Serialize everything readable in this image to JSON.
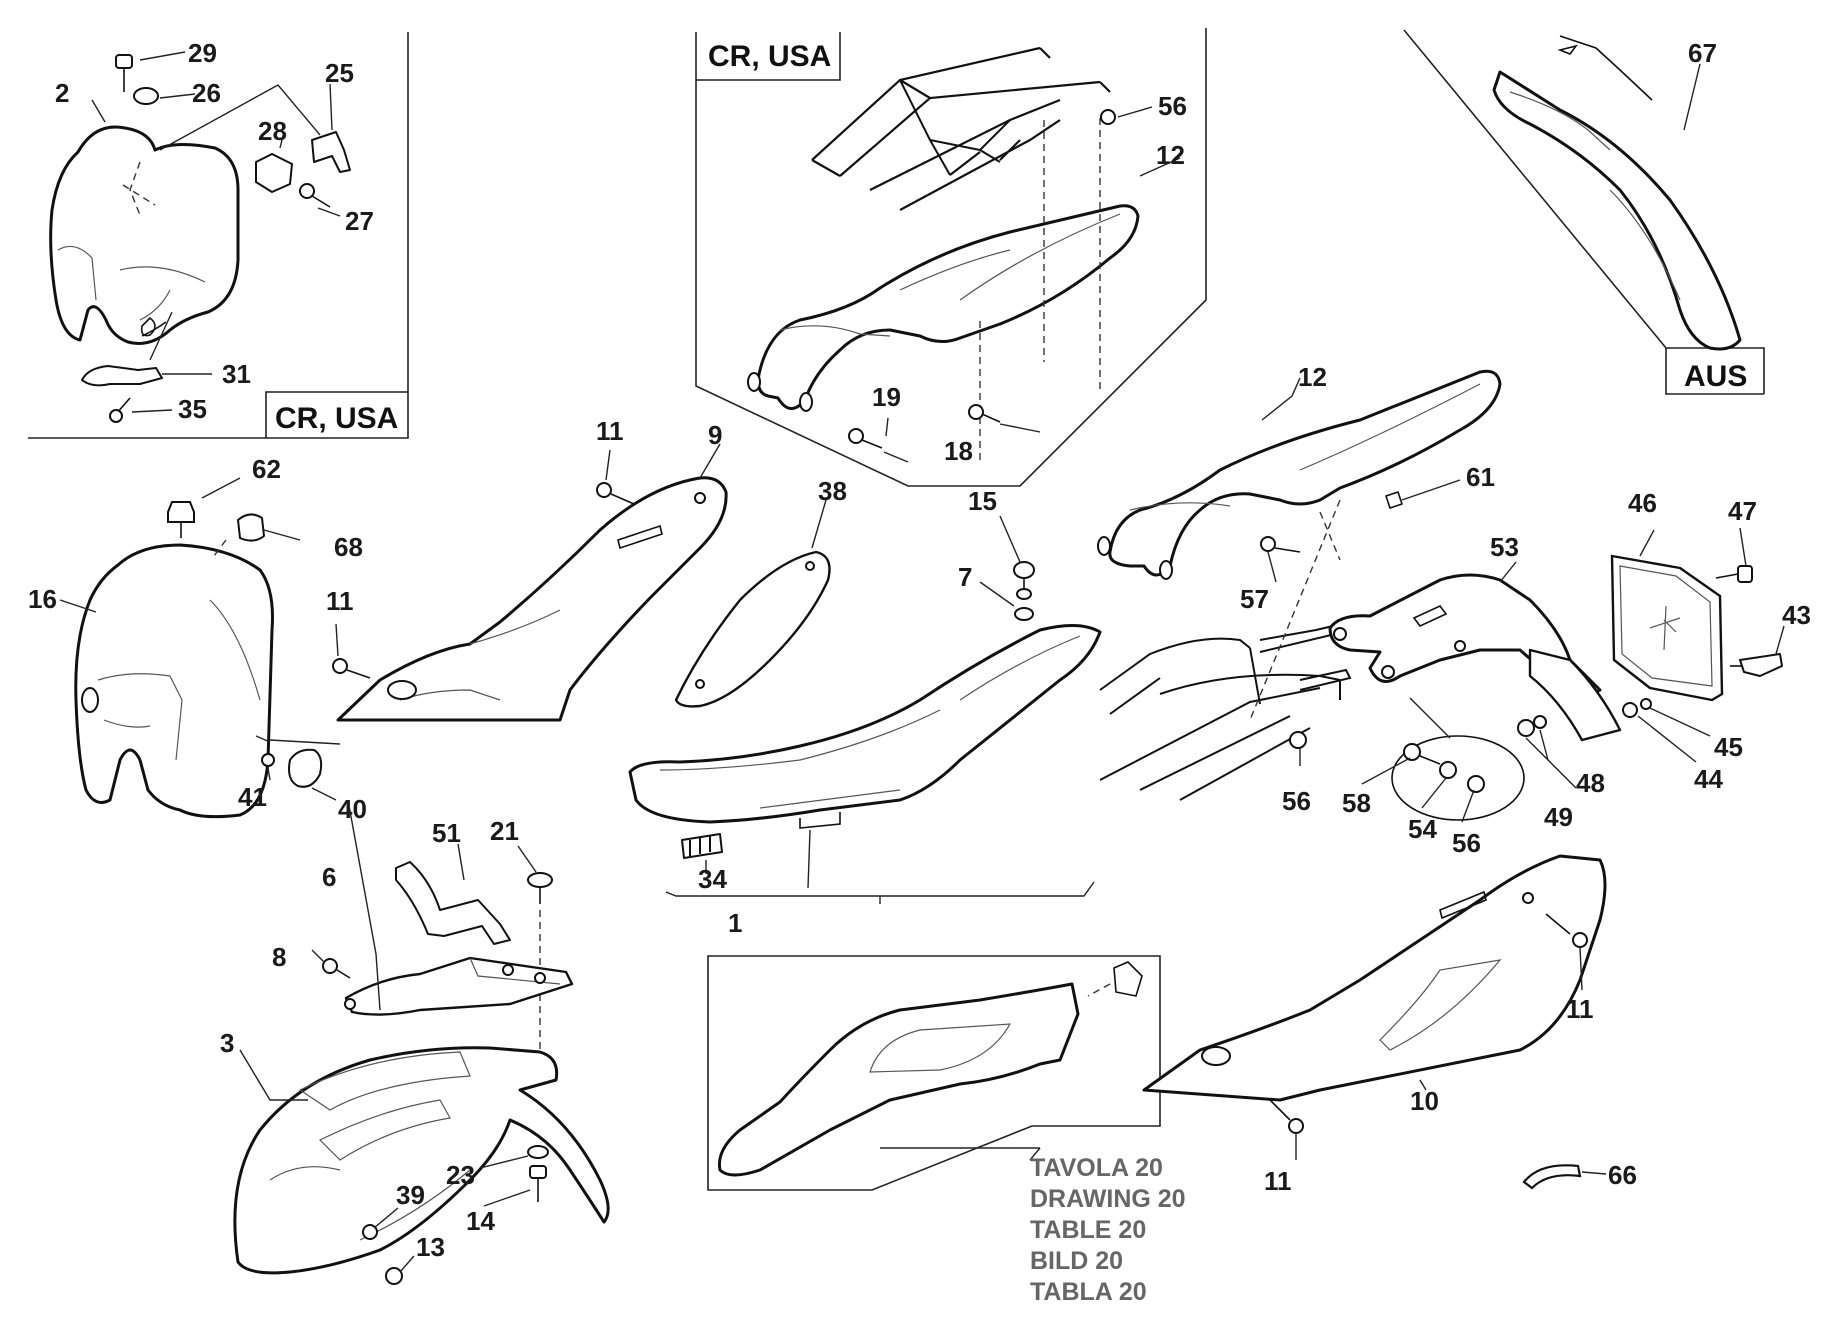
{
  "tags": {
    "cr_usa_left": "CR, USA",
    "cr_usa_top": "CR, USA",
    "aus": "AUS"
  },
  "reference": [
    "TAVOLA 20",
    "DRAWING 20",
    "TABLE 20",
    "BILD 20",
    "TABLA 20"
  ],
  "labels": {
    "p29": "29",
    "p26": "26",
    "p2": "2",
    "p25": "25",
    "p28": "28",
    "p27": "27",
    "p31": "31",
    "p35": "35",
    "p56a": "56",
    "p12a": "12",
    "p19": "19",
    "p18": "18",
    "p67": "67",
    "p62": "62",
    "p68": "68",
    "p16": "16",
    "p11a": "11",
    "p9": "9",
    "p11b": "11",
    "p41": "41",
    "p40": "40",
    "p38": "38",
    "p15": "15",
    "p7": "7",
    "p34": "34",
    "p1": "1",
    "p12b": "12",
    "p61": "61",
    "p57": "57",
    "p53": "53",
    "p46": "46",
    "p47": "47",
    "p43": "43",
    "p56b": "56",
    "p58": "58",
    "p54": "54",
    "p56c": "56",
    "p49": "49",
    "p48": "48",
    "p44": "44",
    "p45": "45",
    "p51": "51",
    "p21": "21",
    "p6": "6",
    "p8": "8",
    "p3": "3",
    "p23": "23",
    "p14": "14",
    "p39": "39",
    "p13": "13",
    "p11c": "11",
    "p10": "10",
    "p11d": "11",
    "p66": "66"
  }
}
